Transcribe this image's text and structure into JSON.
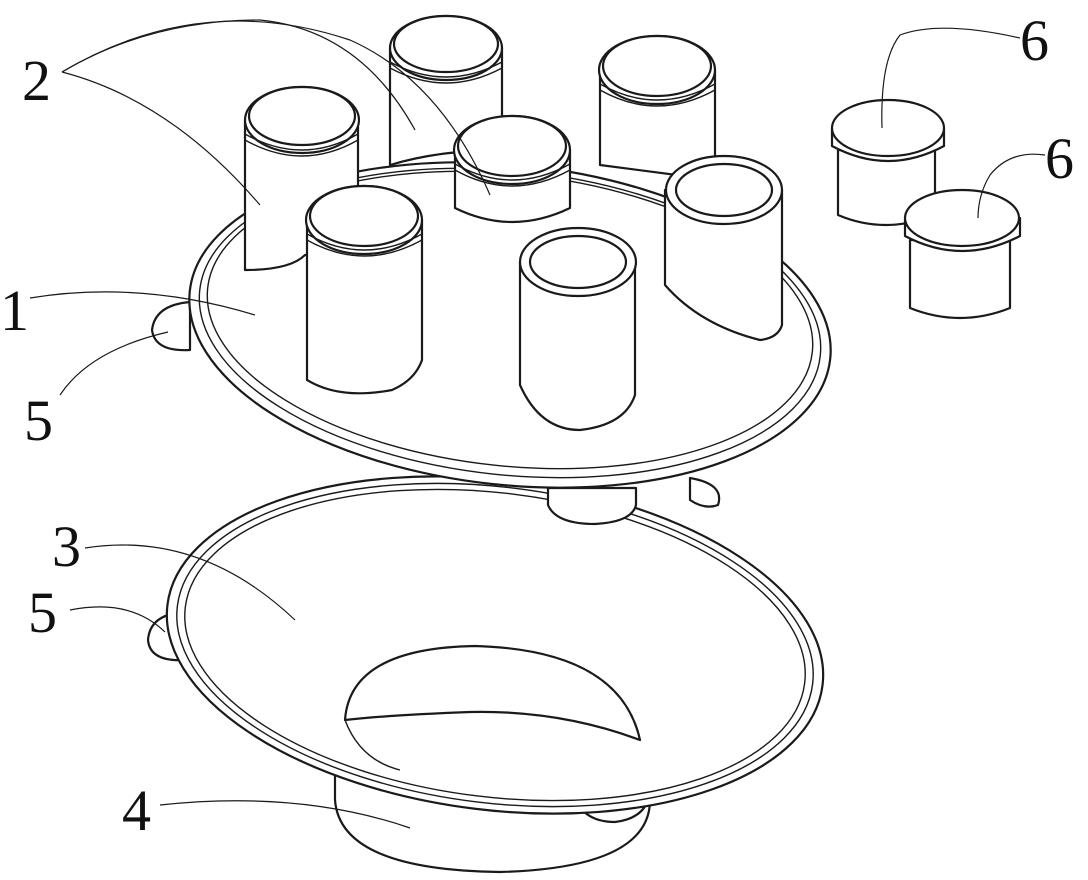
{
  "callouts": {
    "tray": "1",
    "tubes": "2",
    "funnel": "3",
    "outlet": "4",
    "handle_upper": "5",
    "handle_lower": "5",
    "cap_a": "6",
    "cap_b": "6"
  },
  "colors": {
    "line": "#1a1a1a",
    "background": "#ffffff"
  }
}
